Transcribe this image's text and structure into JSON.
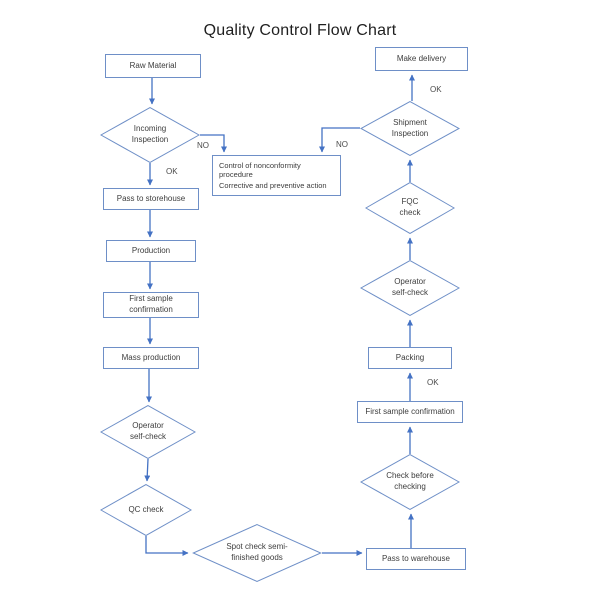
{
  "title": "Quality Control Flow Chart",
  "colors": {
    "line": "#4472C4",
    "box_border": "#6E8FC7",
    "text": "#3d3d3d"
  },
  "nodes": {
    "raw_material": {
      "label": "Raw Material"
    },
    "incoming_inspection": {
      "label": "Incoming\nInspection"
    },
    "control": {
      "line1": "Control of nonconformity procedure",
      "line2": "Corrective and preventive action"
    },
    "pass_storehouse": {
      "label": "Pass to storehouse"
    },
    "production": {
      "label": "Production"
    },
    "first_sample_left": {
      "label": "First sample\nconfirmation"
    },
    "mass_production": {
      "label": "Mass production"
    },
    "operator_left": {
      "label": "Operator\nself-check"
    },
    "qc_check": {
      "label": "QC check"
    },
    "spot_check": {
      "label": "Spot check semi-\nfinished goods"
    },
    "pass_warehouse": {
      "label": "Pass to warehouse"
    },
    "check_before": {
      "label": "Check before\nchecking"
    },
    "first_sample_right": {
      "label": "First sample confirmation"
    },
    "packing": {
      "label": "Packing"
    },
    "operator_right": {
      "label": "Operator\nself-check"
    },
    "fqc_check": {
      "label": "FQC\ncheck"
    },
    "shipment_inspection": {
      "label": "Shipment\nInspection"
    },
    "make_delivery": {
      "label": "Make delivery"
    }
  },
  "edge_labels": {
    "no_incoming": "NO",
    "ok_incoming": "OK",
    "no_shipment": "NO",
    "ok_shipment": "OK",
    "ok_packing": "OK"
  }
}
